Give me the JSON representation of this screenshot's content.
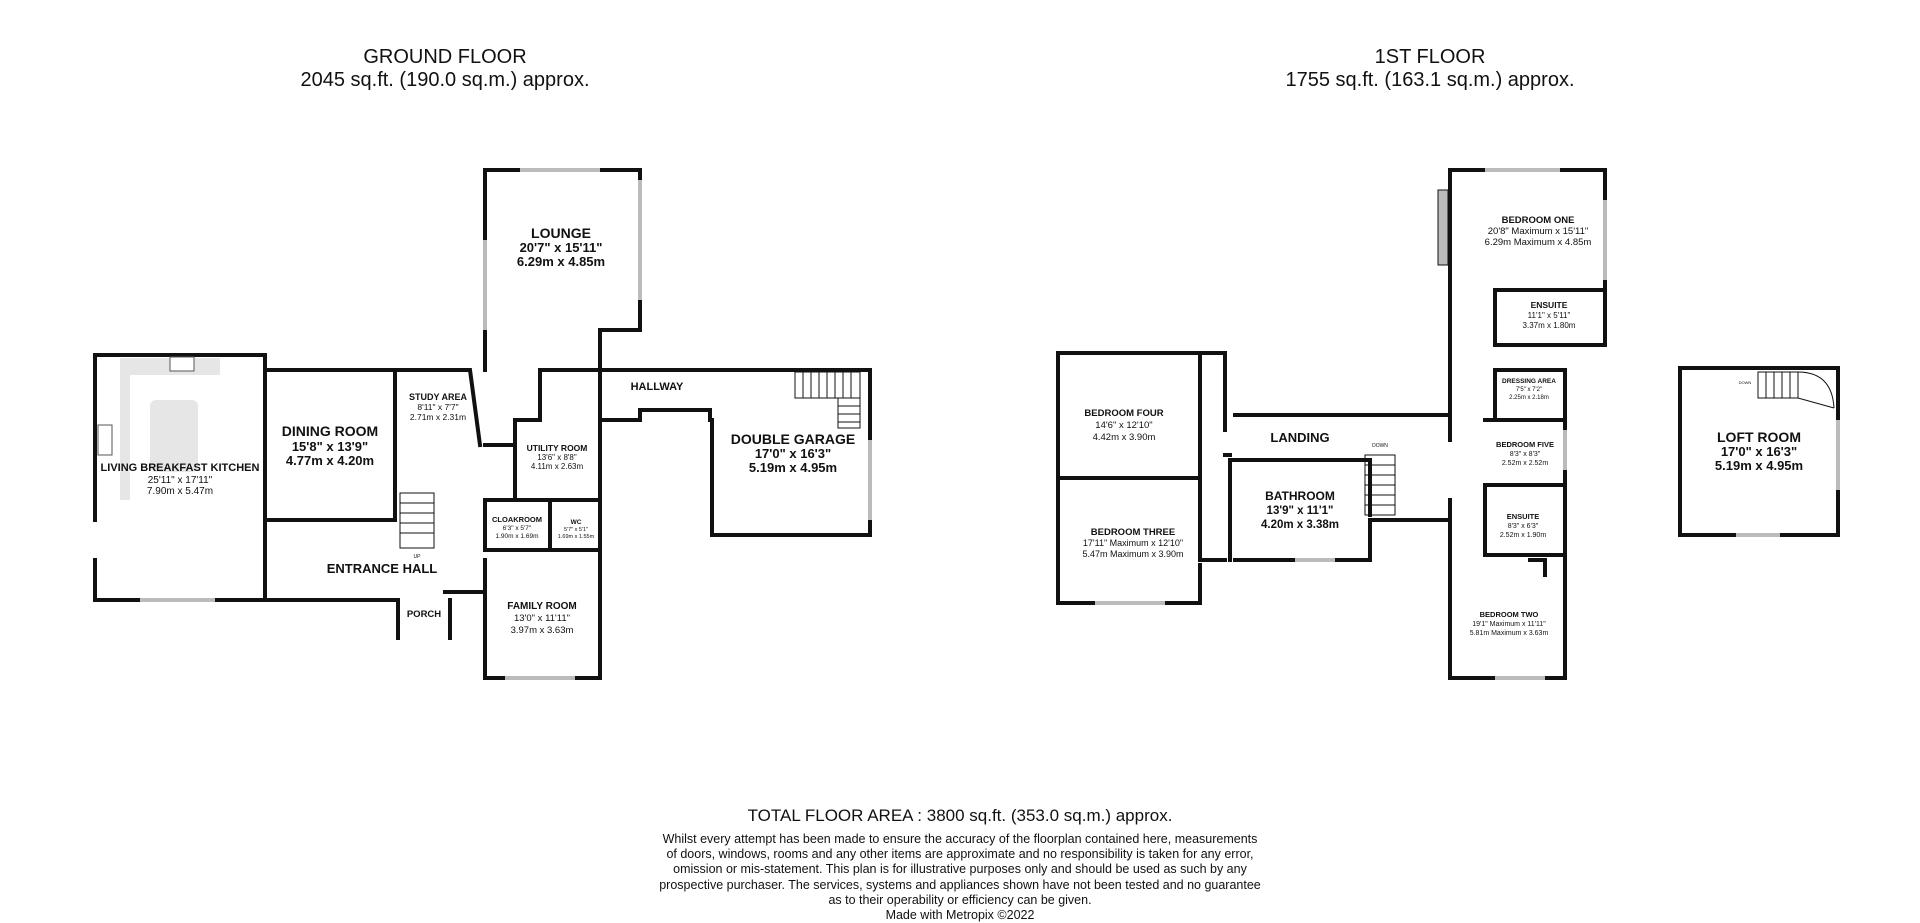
{
  "ground_floor": {
    "title": "GROUND FLOOR",
    "area": "2045 sq.ft. (190.0 sq.m.) approx.",
    "rooms": {
      "living_kitchen": {
        "name": "LIVING BREAKFAST KITCHEN",
        "imperial": "25'11\" x 17'11\"",
        "metric": "7.90m x 5.47m"
      },
      "dining": {
        "name": "DINING ROOM",
        "imperial": "15'8\" x 13'9\"",
        "metric": "4.77m x 4.20m"
      },
      "study": {
        "name": "STUDY AREA",
        "imperial": "8'11\" x 7'7\"",
        "metric": "2.71m x 2.31m"
      },
      "lounge": {
        "name": "LOUNGE",
        "imperial": "20'7\" x 15'11\"",
        "metric": "6.29m x 4.85m"
      },
      "utility": {
        "name": "UTILITY ROOM",
        "imperial": "13'6\" x 8'8\"",
        "metric": "4.11m x 2.63m"
      },
      "cloakroom": {
        "name": "CLOAKROOM",
        "imperial": "6'3\" x 5'7\"",
        "metric": "1.90m x 1.69m"
      },
      "wc": {
        "name": "WC",
        "imperial": "5'7\" x 5'1\"",
        "metric": "1.69m x 1.55m"
      },
      "entrance": {
        "name": "ENTRANCE HALL"
      },
      "porch": {
        "name": "PORCH"
      },
      "family": {
        "name": "FAMILY ROOM",
        "imperial": "13'0\" x 11'11\"",
        "metric": "3.97m x 3.63m"
      },
      "hallway": {
        "name": "HALLWAY"
      },
      "garage": {
        "name": "DOUBLE GARAGE",
        "imperial": "17'0\" x 16'3\"",
        "metric": "5.19m x 4.95m"
      }
    },
    "stair_label": "UP"
  },
  "first_floor": {
    "title": "1ST FLOOR",
    "area": "1755 sq.ft. (163.1 sq.m.) approx.",
    "rooms": {
      "bed_one": {
        "name": "BEDROOM ONE",
        "imperial": "20'8\" Maximum x 15'11\"",
        "metric": "6.29m Maximum x 4.85m"
      },
      "ensuite1": {
        "name": "ENSUITE",
        "imperial": "11'1\" x 5'11\"",
        "metric": "3.37m x 1.80m"
      },
      "dressing": {
        "name": "DRESSING AREA",
        "imperial": "7'5\" x 7'2\"",
        "metric": "2.25m x 2.18m"
      },
      "bed_five": {
        "name": "BEDROOM FIVE",
        "imperial": "8'3\" x 8'3\"",
        "metric": "2.52m x 2.52m"
      },
      "ensuite2": {
        "name": "ENSUITE",
        "imperial": "8'3\" x 6'3\"",
        "metric": "2.52m x 1.90m"
      },
      "bed_two": {
        "name": "BEDROOM TWO",
        "imperial": "19'1\" Maximum x 11'11\"",
        "metric": "5.81m Maximum x 3.63m"
      },
      "bed_four": {
        "name": "BEDROOM FOUR",
        "imperial": "14'6\" x 12'10\"",
        "metric": "4.42m x 3.90m"
      },
      "bed_three": {
        "name": "BEDROOM THREE",
        "imperial": "17'11\" Maximum x 12'10\"",
        "metric": "5.47m Maximum x 3.90m"
      },
      "landing": {
        "name": "LANDING"
      },
      "bathroom": {
        "name": "BATHROOM",
        "imperial": "13'9\" x 11'1\"",
        "metric": "4.20m x 3.38m"
      }
    },
    "stair_label": "DOWN"
  },
  "loft": {
    "name": "LOFT ROOM",
    "imperial": "17'0\" x 16'3\"",
    "metric": "5.19m x 4.95m",
    "stair_label": "DOWN"
  },
  "footer": {
    "total": "TOTAL FLOOR AREA : 3800 sq.ft. (353.0 sq.m.) approx.",
    "disclaimer_lines": [
      "Whilst every attempt has been made to ensure the accuracy of the floorplan contained here, measurements",
      "of doors, windows, rooms and any other items are approximate and no responsibility is taken for any error,",
      "omission or mis-statement. This plan is for illustrative purposes only and should be used as such by any",
      "prospective purchaser. The services, systems and appliances shown have not been tested and no guarantee",
      "as to their operability or efficiency can be given."
    ],
    "made_with": "Made with Metropix ©2022"
  },
  "colors": {
    "wall": "#111111",
    "window": "#bbbbbb",
    "kitchen_fill": "#e6e6e6",
    "background": "#ffffff"
  }
}
